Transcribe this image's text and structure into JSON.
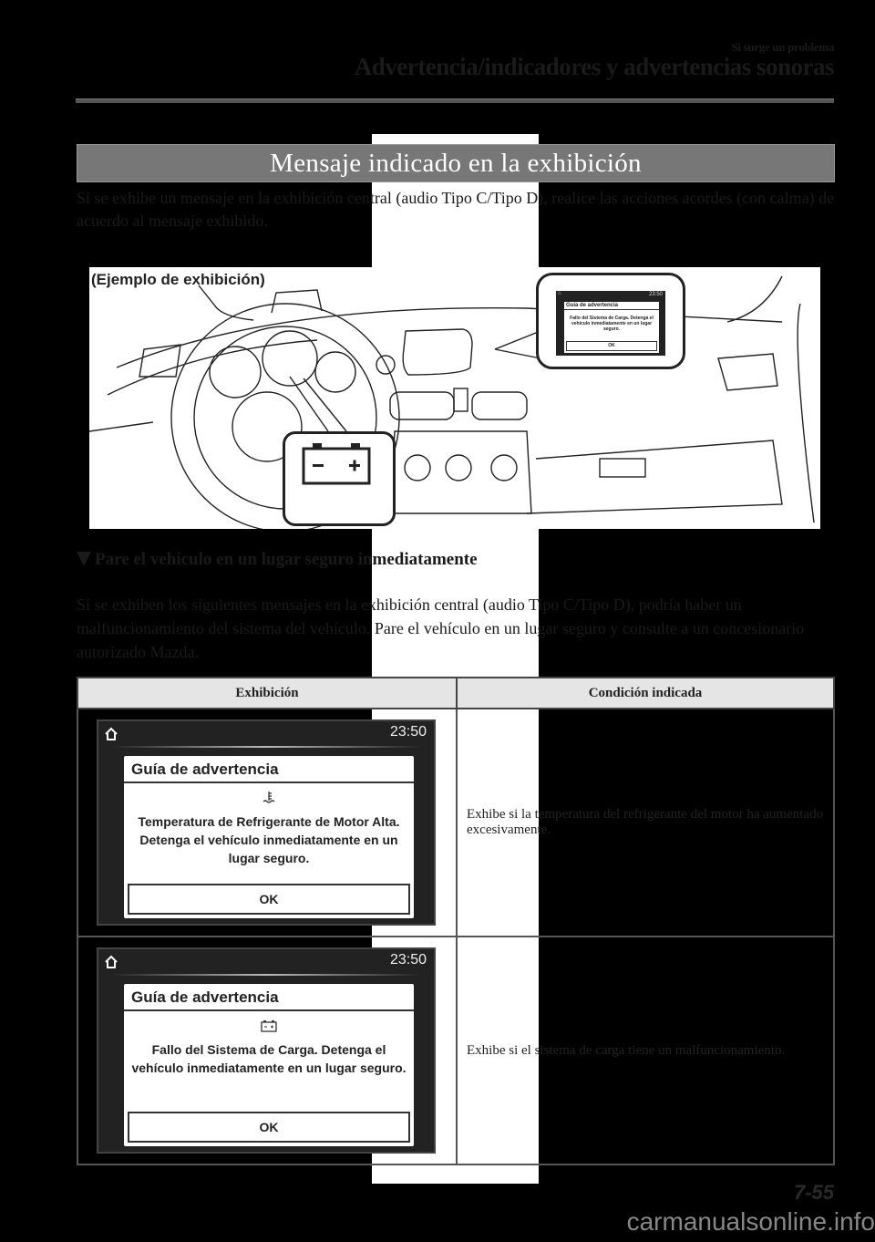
{
  "header": {
    "section": "Si surge un problema",
    "title": "Advertencia/indicadores y advertencias sonoras"
  },
  "section_title": "Mensaje indicado en la exhibición",
  "intro": "Si se exhibe un mensaje en la exhibición central (audio Tipo C/Tipo D), realice las acciones acordes (con calma) de acuerdo al mensaje exhibido.",
  "illustration": {
    "label": "(Ejemplo de exhibición)",
    "mini_screen": {
      "time": "23:50",
      "title": "Guía de advertencia",
      "message": "Fallo del Sistema de Carga. Detenga el vehículo inmediatamente en un lugar seguro.",
      "ok": "OK"
    }
  },
  "subsection": {
    "title": "Pare el vehículo en un lugar seguro inmediatamente",
    "body": "Si se exhiben los siguientes mensajes en la exhibición central (audio Tipo C/Tipo D), podría haber un malfuncionamiento del sistema del vehículo. Pare el vehículo en un lugar seguro y consulte a un concesionario autorizado Mazda."
  },
  "table": {
    "headers": [
      "Exhibición",
      "Condición indicada"
    ],
    "rows": [
      {
        "screen": {
          "time": "23:50",
          "title": "Guía de advertencia",
          "icon": "coolant-temperature-icon",
          "message": "Temperatura de Refrigerante de Motor Alta. Detenga el vehículo inmediatamente en un lugar seguro.",
          "ok": "OK"
        },
        "condition": "Exhibe si la temperatura del refrigerante del motor ha aumentado excesivamente."
      },
      {
        "screen": {
          "time": "23:50",
          "title": "Guía de advertencia",
          "icon": "battery-icon",
          "message": "Fallo del Sistema de Carga. Detenga el vehículo inmediatamente en un lugar seguro.",
          "ok": "OK"
        },
        "condition": "Exhibe si el sistema de carga tiene un malfuncionamiento."
      }
    ]
  },
  "footer": {
    "page_number": "7-55",
    "watermark": "carmanualsonline.info"
  }
}
